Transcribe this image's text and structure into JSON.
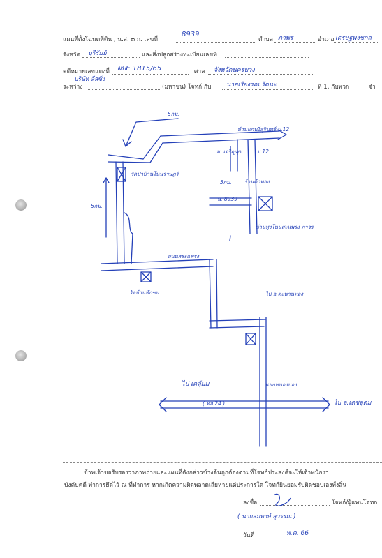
{
  "header": {
    "plan_label": "แผนที่ตั้งโฉนดที่ดิน , น.ส. ๓ ก. เลขที่",
    "plan_number": "8939",
    "subdistrict_label": "ตำบล",
    "subdistrict_value": "ภาพร",
    "district_label": "อำเภอ",
    "district_value": "เศรษฐพงชกล",
    "province_label": "จังหวัด",
    "province_value": "บุรีรัมย์",
    "building_label": "และสิ่งปลูกสร้างทะเบียนเลขที่",
    "building_value": "",
    "case_label": "คดีหมายเลขแดงที่",
    "case_value": "ผบE 1815/65",
    "court_label": "ศาล",
    "court_value": "จังหวัดนครบวง",
    "between_label": "ระหว่าง",
    "plaintiff_value": "บริษัท ลีสซิ่ง",
    "public_label": "(มหาชน) โจทก์ กับ",
    "defendant_value": "นายเรียงรณ รัตนะ",
    "person_label": "ที่ 1, กับพวก",
    "person_suffix": "จำ"
  },
  "map": {
    "dist_top": "5กม.",
    "village_top": "บ้านแกนงีสุรินทร์ ม.12",
    "house_label": "ม. เจริญสุข",
    "moo_label": "ม.12",
    "temple_left": "วัดป่าบ้านโนนราษฎร์",
    "dist_mid": "5กม.",
    "small_shop": "ร้านค้าทอง",
    "parcel_label": "น. 8939",
    "village_right": "บ้านทุ่งโนนสะแพรง ภาวร",
    "dist_left": "5กม.",
    "road_junction": "ถนนสระแพรง",
    "temple_bottom": "วัดบ้านทักชน",
    "to_district": "ไป อ.ตะพานทอง",
    "to_left": "ไป เคลุ้มม",
    "intersection": "แยกหนองบอง",
    "road_name": "( ทล 24 )",
    "to_right": "ไป อ.เดชอุดม"
  },
  "certification": {
    "line1": "ข้าพเจ้าขอรับรองว่าภาพถ่ายและแผนที่ดังกล่าวข้างต้นถูกต้องตามที่โจทก์ประสงค์จะให้เจ้าพนักงา",
    "line2": "บังคับคดี ทำการยึดไว้ ณ ที่ทำการ หากเกิดความผิดพลาดเสียหายแต่ประการใด โจทก์ยินยอมรับผิดชอบเองทั้งสิ้น",
    "sign_label": "ลงชื่อ",
    "sign_role": "โจทก์/ผู้แทนโจทก",
    "printed_name": "( นายสมพงษ์ สุวรรณ )",
    "date_label": "วันที่",
    "date_value": "พ.ค. 66"
  }
}
